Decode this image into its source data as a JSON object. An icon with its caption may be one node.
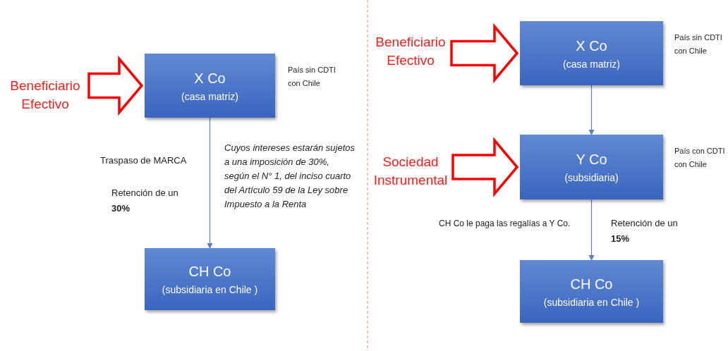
{
  "diagram": {
    "nodes": [
      {
        "text": [
          "X Co",
          "(casa matriz)"
        ],
        "beside": [
          "País sin CDTI con Chile"
        ]
      },
      {
        "text": [
          "CH Co",
          "(subsidiaria en Chile )"
        ]
      },
      {
        "text": [
          "Beneficiario Efectivo"
        ]
      },
      {
        "text": [
          "X Co",
          "(casa matriz)"
        ],
        "beside": [
          "País sin CDTI con Chile"
        ]
      },
      {
        "text": [
          "Y Co",
          "(subsidiaria)"
        ],
        "beside": [
          "País con CDTI con Chile"
        ]
      },
      {
        "text": [
          "CH Co",
          "(subsidiaria en Chile )"
        ]
      },
      {
        "text": [
          "Beneficiario Efectivo"
        ]
      },
      {
        "text": [
          "Sociedad Instrumental"
        ]
      }
    ],
    "edges": [
      {
        "from": 0,
        "to": 1,
        "arrow": "to"
      },
      {
        "from": 2,
        "to": 0,
        "arrow": "to",
        "style": "thick",
        "color": "#ff0000"
      },
      {
        "from": 3,
        "to": 4,
        "arrow": "to"
      },
      {
        "from": 4,
        "to": 5,
        "arrow": "to"
      },
      {
        "from": 6,
        "to": 3,
        "arrow": "to",
        "style": "thick",
        "color": "#ff0000"
      },
      {
        "from": 7,
        "to": 4,
        "arrow": "to",
        "style": "thick",
        "color": "#ff0000"
      }
    ],
    "labels": [
      "Traspaso de MARCA",
      "Retención de un **30%**",
      "Cuyos intereses estarán sujetos a una imposición de 30%, según el N° 1, del inciso cuarto del Artículo 59 de la Ley sobre Impuesto a la Renta",
      "CH Co le paga las regalías a Y Co.",
      "Retención de un **15%**"
    ]
  }
}
